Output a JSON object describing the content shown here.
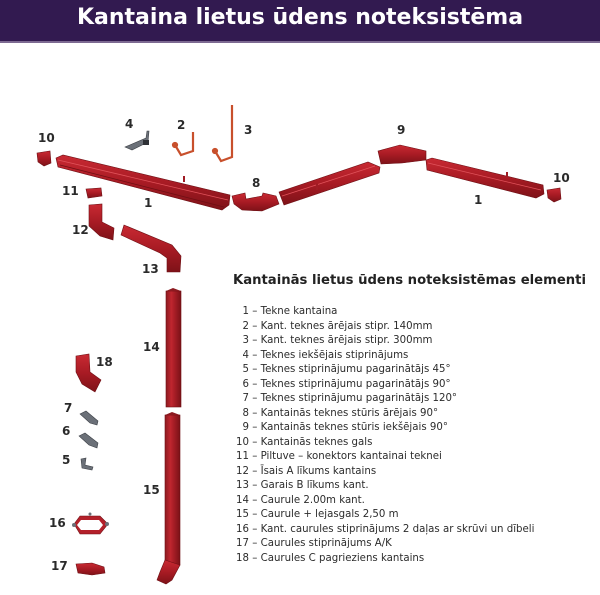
{
  "header": {
    "title": "Kantaina lietus ūdens noteksistēma",
    "background": "#321a50"
  },
  "colors": {
    "part_red": "#b3202a",
    "part_red_dark": "#7e1218",
    "part_orange": "#c8502c",
    "part_steel": "#6b7078"
  },
  "callouts": [
    {
      "id": "10a",
      "label": "10"
    },
    {
      "id": "4",
      "label": "4"
    },
    {
      "id": "2",
      "label": "2"
    },
    {
      "id": "3",
      "label": "3"
    },
    {
      "id": "9",
      "label": "9"
    },
    {
      "id": "10b",
      "label": "10"
    },
    {
      "id": "11",
      "label": "11"
    },
    {
      "id": "1a",
      "label": "1"
    },
    {
      "id": "8",
      "label": "8"
    },
    {
      "id": "1b",
      "label": "1"
    },
    {
      "id": "12",
      "label": "12"
    },
    {
      "id": "13",
      "label": "13"
    },
    {
      "id": "14",
      "label": "14"
    },
    {
      "id": "18",
      "label": "18"
    },
    {
      "id": "7",
      "label": "7"
    },
    {
      "id": "6",
      "label": "6"
    },
    {
      "id": "5",
      "label": "5"
    },
    {
      "id": "15",
      "label": "15"
    },
    {
      "id": "16",
      "label": "16"
    },
    {
      "id": "17",
      "label": "17"
    }
  ],
  "legend": {
    "title": "Kantainās lietus ūdens noteksistēmas elementi",
    "items": [
      {
        "n": "1",
        "text": "– Tekne kantaina"
      },
      {
        "n": "2",
        "text": "– Kant. teknes ārējais stipr. 140mm"
      },
      {
        "n": "3",
        "text": "– Kant. teknes ārējais stipr. 300mm"
      },
      {
        "n": "4",
        "text": "– Teknes iekšējais stiprinājums"
      },
      {
        "n": "5",
        "text": "– Teknes stiprinājumu pagarinātājs 45°"
      },
      {
        "n": "6",
        "text": "– Teknes stiprinājumu pagarinātājs 90°"
      },
      {
        "n": "7",
        "text": "– Teknes stiprinājumu pagarinātājs 120°"
      },
      {
        "n": "8",
        "text": "– Kantainās teknes stūris ārējais 90°"
      },
      {
        "n": "9",
        "text": "– Kantainās teknes stūris iekšējais 90°"
      },
      {
        "n": "10",
        "text": "– Kantainās teknes gals"
      },
      {
        "n": "11",
        "text": "– Piltuve – konektors kantainai teknei"
      },
      {
        "n": "12",
        "text": "– Īsais A līkums kantains"
      },
      {
        "n": "13",
        "text": "– Garais B līkums kant."
      },
      {
        "n": "14",
        "text": "– Caurule 2.00m kant."
      },
      {
        "n": "15",
        "text": "– Caurule + lejasgals 2,50 m"
      },
      {
        "n": "16",
        "text": "– Kant. caurules stiprinājums 2 daļas ar skrūvi un dībeli"
      },
      {
        "n": "17",
        "text": "– Caurules stiprinājums A/K"
      },
      {
        "n": "18",
        "text": "– Caurules C pagrieziens kantains"
      }
    ]
  }
}
